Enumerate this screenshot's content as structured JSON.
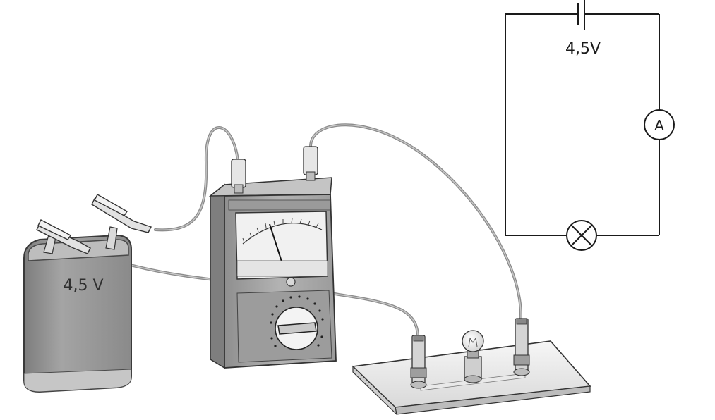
{
  "schematic": {
    "battery_label": "4,5V",
    "ammeter_symbol": "A"
  },
  "illustration": {
    "battery_label": "4,5 V"
  },
  "colors": {
    "line": "#1a1a1a",
    "battery_body": "#9a9a9a",
    "meter_body": "#a9a9a9",
    "meter_face": "#f1f1f1",
    "cable": "#8c8c8c",
    "board": "#ececec"
  }
}
